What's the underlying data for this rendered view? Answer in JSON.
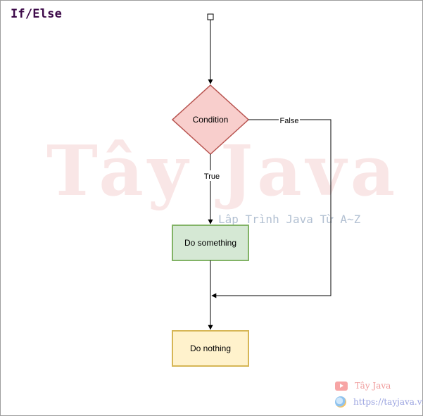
{
  "title": "If/Else",
  "watermark": {
    "main": "Tây Java",
    "subtitle": "Lập Trình Java Từ A~Z"
  },
  "diagram": {
    "nodes": {
      "start": {
        "shape": "small-square"
      },
      "condition": {
        "label": "Condition",
        "shape": "diamond",
        "fill": "#f8cecc",
        "stroke": "#b85450"
      },
      "do_something": {
        "label": "Do something",
        "shape": "rectangle",
        "fill": "#d5e8d4",
        "stroke": "#82b366"
      },
      "do_nothing": {
        "label": "Do nothing",
        "shape": "rectangle",
        "fill": "#fff2cc",
        "stroke": "#d6b656"
      }
    },
    "edges": {
      "true_label": "True",
      "false_label": "False"
    }
  },
  "branding": {
    "youtube": {
      "icon": "youtube-icon",
      "label": "Tây Java"
    },
    "website": {
      "icon": "globe-icon",
      "label": "https://tayjava.vn"
    }
  }
}
